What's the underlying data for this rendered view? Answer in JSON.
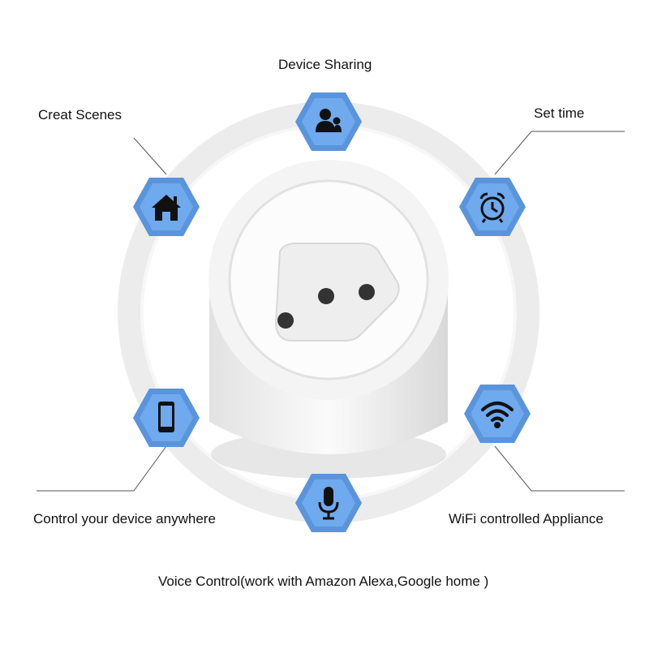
{
  "features": {
    "device_sharing": "Device Sharing",
    "creat_scenes": "Creat Scenes",
    "set_time": "Set time",
    "control_anywhere": "Control your device anywhere",
    "wifi_controlled": "WiFi controlled Appliance",
    "voice_control": "Voice Control(work with Amazon Alexa,Google home )"
  },
  "colors": {
    "hex_outer": "#5a94dc",
    "hex_inner": "#6fa9ee",
    "icon": "#111111",
    "ring": "#ececec"
  }
}
